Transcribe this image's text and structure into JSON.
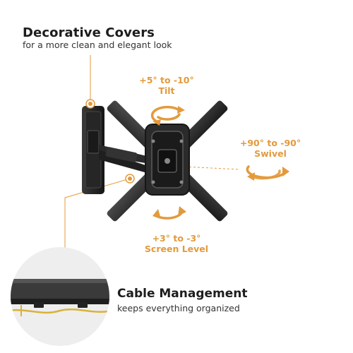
{
  "features": {
    "decorative_covers": {
      "title": "Decorative Covers",
      "subtitle": "for a more clean and elegant look"
    },
    "tilt": {
      "range": "+5° to -10°",
      "label": "Tilt"
    },
    "swivel": {
      "range": "+90° to -90°",
      "label": "Swivel"
    },
    "screen_level": {
      "range": "+3° to -3°",
      "label": "Screen Level"
    },
    "cable_management": {
      "title": "Cable Management",
      "subtitle": "keeps everything organized"
    }
  },
  "colors": {
    "accent": "#e39a3c",
    "text_dark": "#1d1d1d",
    "metal": "#2b2b2b"
  },
  "icons": [
    "rotate-arrow-icon",
    "callout-dot-icon"
  ]
}
